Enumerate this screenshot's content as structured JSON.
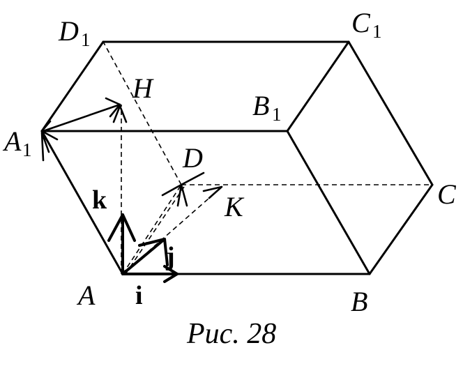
{
  "labels": {
    "A": "A",
    "B": "B",
    "C": "C",
    "D": "D",
    "A1": "A",
    "A1_sub": "1",
    "B1": "B",
    "B1_sub": "1",
    "C1": "C",
    "C1_sub": "1",
    "D1": "D",
    "D1_sub": "1",
    "H": "H",
    "K": "K"
  },
  "basis": {
    "i": "i",
    "j": "j",
    "k": "k"
  },
  "caption": "Рис. 28"
}
